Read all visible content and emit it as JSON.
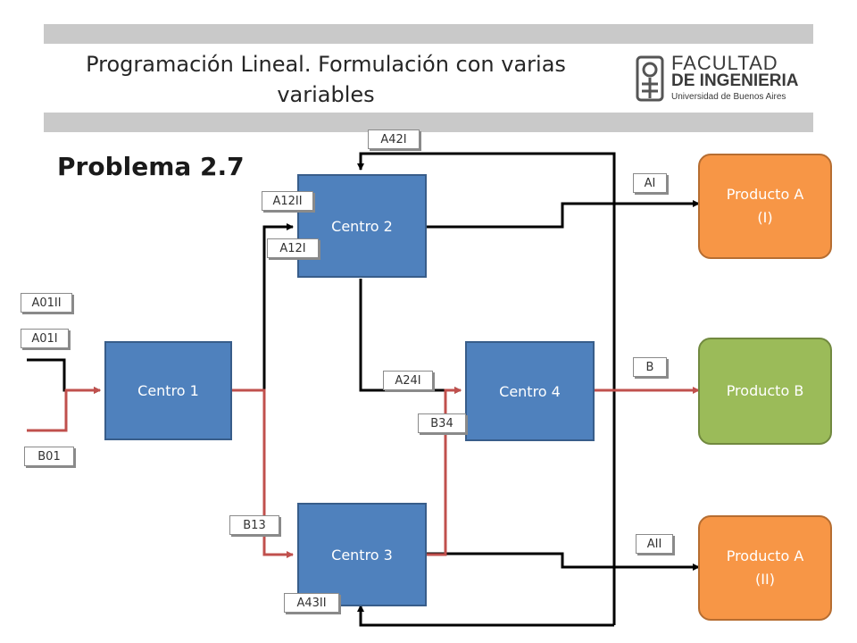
{
  "header": {
    "title": "Programación Lineal. Formulación con varias variables",
    "logo": {
      "line1": "FACULTAD",
      "line2": "DE INGENIERIA",
      "line3": "Universidad de Buenos Aires"
    }
  },
  "heading": "Problema 2.7",
  "diagram": {
    "nodes": {
      "centro1": "Centro 1",
      "centro2": "Centro 2",
      "centro3": "Centro 3",
      "centro4": "Centro 4",
      "producto_a_i": {
        "line1": "Producto A",
        "line2": "(I)"
      },
      "producto_b": "Producto B",
      "producto_a_ii": {
        "line1": "Producto A",
        "line2": "(II)"
      }
    },
    "labels": {
      "a42i": "A42I",
      "a12ii": "A12II",
      "a12i": "A12I",
      "ai": "AI",
      "a01ii": "A01II",
      "a01i": "A01I",
      "b01": "B01",
      "a24i": "A24I",
      "b34": "B34",
      "b": "B",
      "b13": "B13",
      "aii": "AII",
      "a43ii": "A43II"
    },
    "colors": {
      "a_flow": "#000000",
      "b_flow": "#c0504d"
    }
  }
}
